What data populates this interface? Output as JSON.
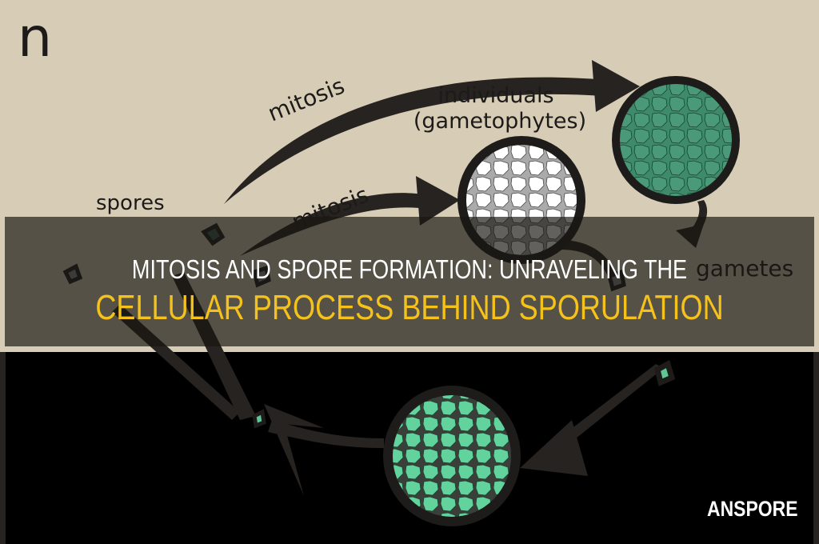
{
  "diagram": {
    "ploidy_label": "n",
    "labels": {
      "mitosis_top": "mitosis",
      "individuals": "individuals",
      "gametophytes": "(gametophytes)",
      "mitosis_mid": "mitosis",
      "spores": "spores",
      "gametes": "gametes"
    },
    "colors": {
      "background_top": "#d7ccb5",
      "background_bottom": "#000000",
      "green": "#5fc796",
      "dark_green": "#3f8a6c",
      "arrow": "#262320"
    }
  },
  "title": {
    "line1": "MITOSIS AND SPORE FORMATION: UNRAVELING THE",
    "line2": "CELLULAR PROCESS BEHIND SPORULATION",
    "line2_color": "#f5c21b"
  },
  "brand": {
    "logo": "ANSPORE"
  }
}
